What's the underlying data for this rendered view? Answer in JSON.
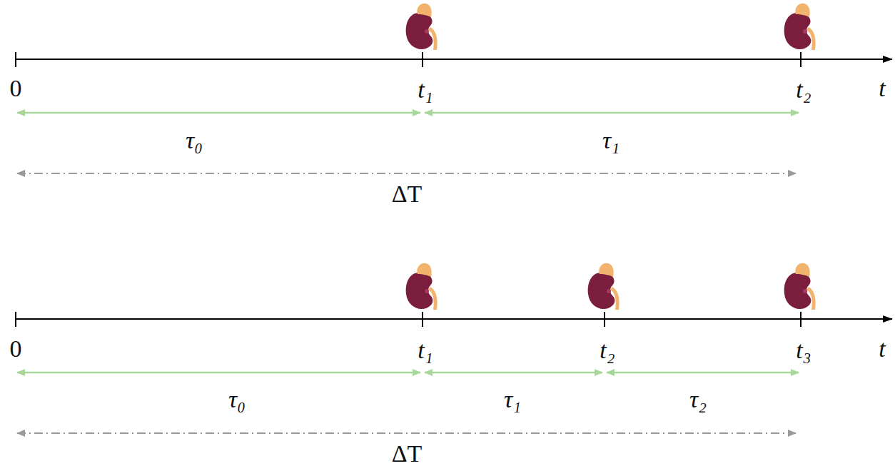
{
  "diagram": {
    "labels": [
      "0",
      "t₁",
      "t₂",
      "t",
      "τ₀",
      "τ₁",
      "ΔT",
      "0",
      "t₁",
      "t₂",
      "t₃",
      "t",
      "τ₀",
      "τ₁",
      "τ₂",
      "ΔT"
    ]
  }
}
